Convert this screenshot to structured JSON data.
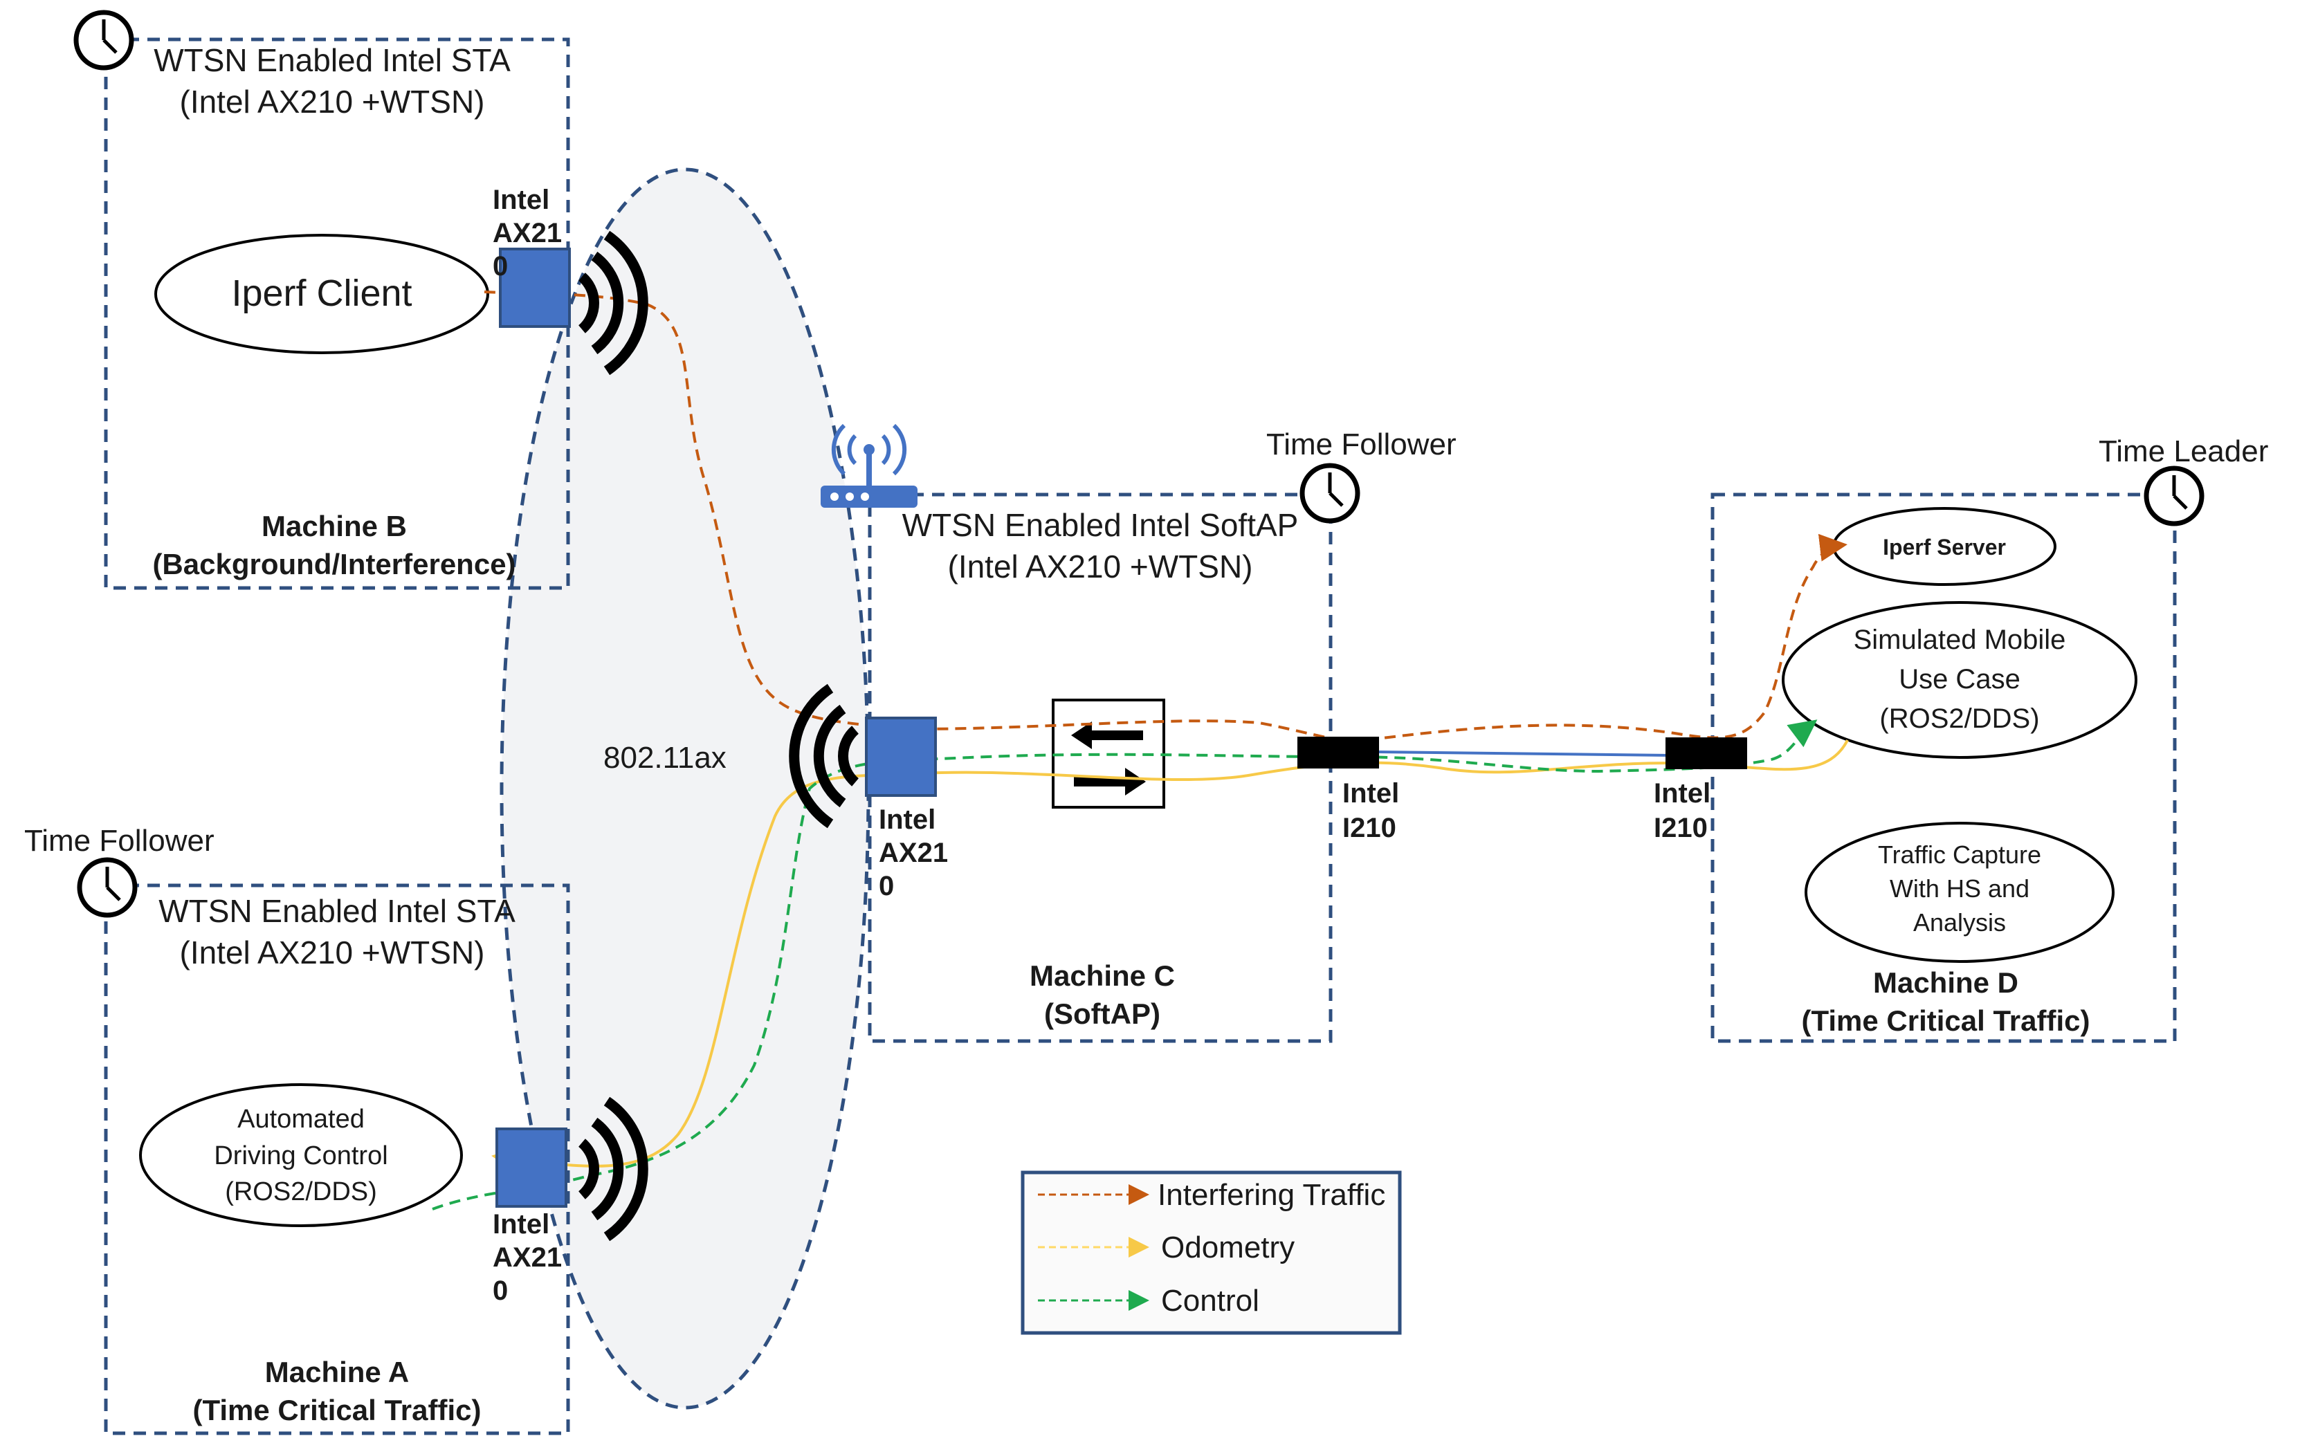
{
  "machine_b": {
    "header_line1": "WTSN Enabled Intel STA",
    "header_line2": "(Intel AX210 +WTSN)",
    "nic_label": [
      "Intel",
      "AX21",
      "0"
    ],
    "app": "Iperf Client",
    "footer_line1": "Machine B",
    "footer_line2": "(Background/Interference)"
  },
  "machine_a": {
    "time_role": "Time Follower",
    "header_line1": "WTSN Enabled Intel STA",
    "header_line2": "(Intel AX210 +WTSN)",
    "nic_label": [
      "Intel",
      "AX21",
      "0"
    ],
    "app": [
      "Automated",
      "Driving Control",
      "(ROS2/DDS)"
    ],
    "footer_line1": "Machine A",
    "footer_line2": "(Time Critical Traffic)"
  },
  "machine_c": {
    "time_role": "Time Follower",
    "header_line1": "WTSN Enabled Intel SoftAP",
    "header_line2": "(Intel AX210 +WTSN)",
    "nic_label": [
      "Intel",
      "AX21",
      "0"
    ],
    "eth_label": [
      "Intel",
      "I210"
    ],
    "footer_line1": "Machine C",
    "footer_line2": "(SoftAP)"
  },
  "machine_d": {
    "time_role": "Time Leader",
    "eth_label": [
      "Intel",
      "I210"
    ],
    "iperf_server": "Iperf Server",
    "sim_app": [
      "Simulated Mobile",
      "Use Case",
      "(ROS2/DDS)"
    ],
    "capture": [
      "Traffic Capture",
      "With HS and",
      "Analysis"
    ],
    "footer_line1": "Machine D",
    "footer_line2": "(Time Critical Traffic)"
  },
  "wireless_label": "802.11ax",
  "legend": [
    {
      "label": "Interfering Traffic",
      "color": "#c55a11"
    },
    {
      "label": "Odometry",
      "color": "#ffd966"
    },
    {
      "label": "Control",
      "color": "#1faa4f"
    }
  ],
  "colors": {
    "box_border": "#2f4f7f",
    "nic_fill": "#4472c4",
    "interfering": "#c55a11",
    "odometry": "#f7c948",
    "control": "#1faa4f",
    "ethernet_link": "#4472c4",
    "wireless_zone": "#f2f3f5"
  }
}
